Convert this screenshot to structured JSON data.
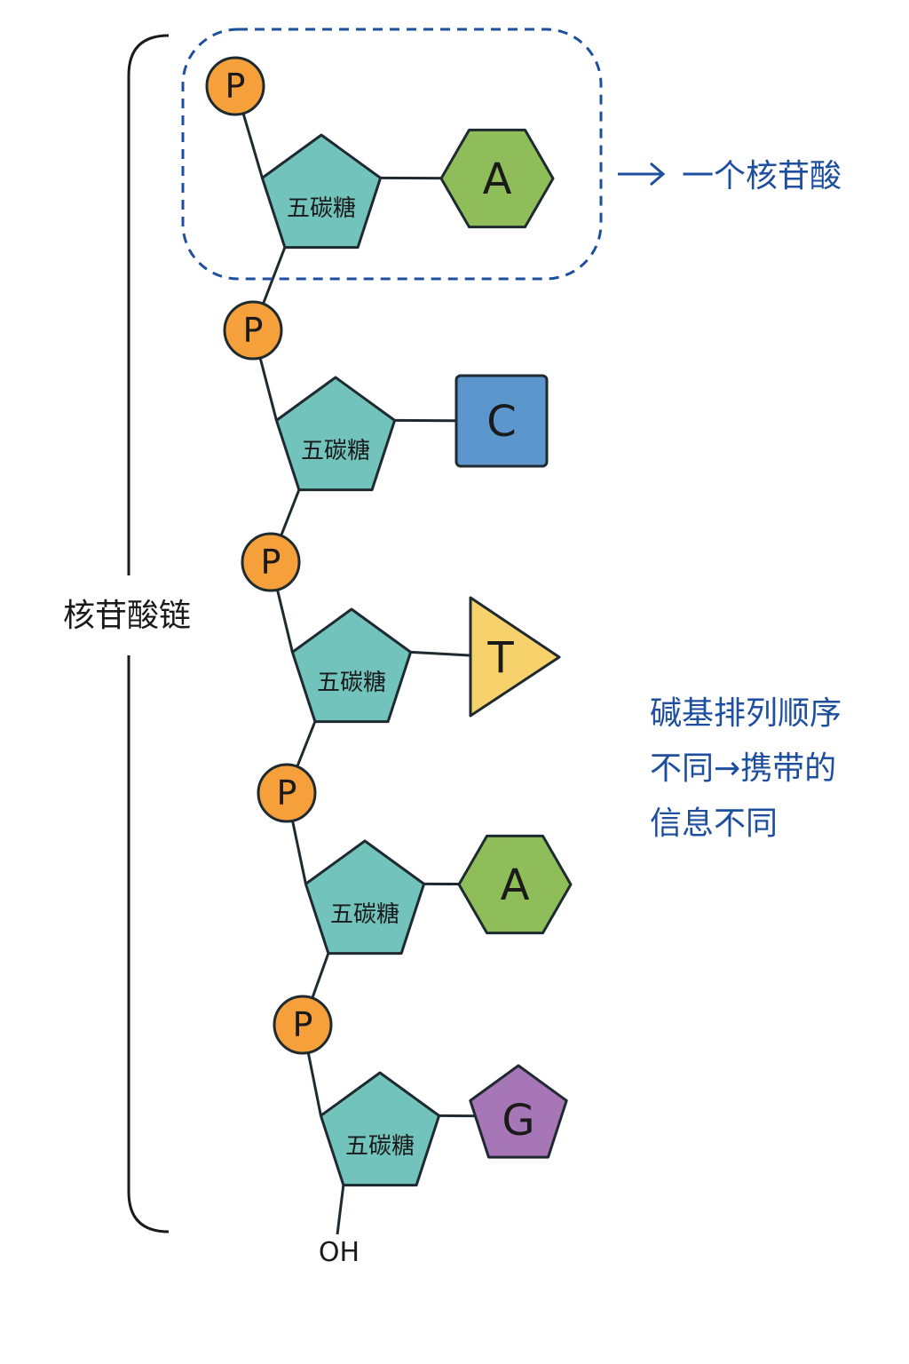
{
  "chain_label": "核苷酸链",
  "nucleotide_label": "一个核苷酸",
  "note_lines": [
    "碱基排列顺序",
    "不同→携带的",
    "信息不同"
  ],
  "terminal_label": "OH",
  "phosphate_label": "P",
  "sugar_label": "五碳糖",
  "bases": [
    {
      "letter": "A",
      "shape": "hexagon",
      "color": "#8fbd5a"
    },
    {
      "letter": "C",
      "shape": "square",
      "color": "#5b97cd"
    },
    {
      "letter": "T",
      "shape": "triangle",
      "color": "#f7d26c"
    },
    {
      "letter": "A",
      "shape": "hexagon",
      "color": "#8fbd5a"
    },
    {
      "letter": "G",
      "shape": "pentagon",
      "color": "#a676b6"
    }
  ],
  "colors": {
    "phosphate": "#f6a03c",
    "sugar": "#72c3bb",
    "outline": "#1e2a30",
    "accent": "#1e4f9e",
    "text": "#1a1a1a"
  }
}
